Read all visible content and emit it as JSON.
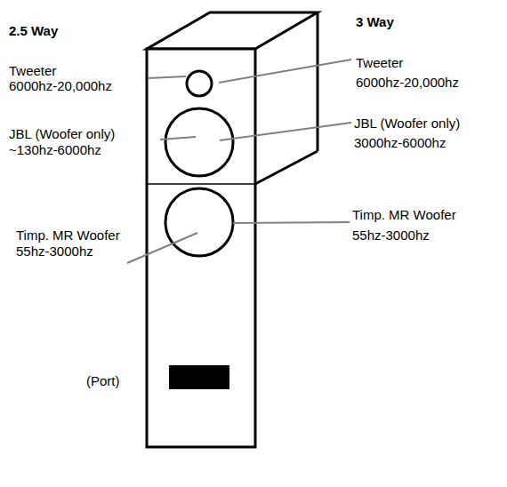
{
  "diagram": {
    "labels": [
      "2.5 Way",
      "3 Way",
      "Tweeter",
      "6000hz-20,000hz",
      "JBL (Woofer only)",
      "~130hz-6000hz",
      "Timp. MR Woofer",
      "55hz-3000hz",
      "(Port)",
      "Tweeter",
      "6000hz-20,000hz",
      "JBL (Woofer only)",
      "3000hz-6000hz",
      "Timp. MR Woofer",
      "55hz-3000hz"
    ]
  }
}
